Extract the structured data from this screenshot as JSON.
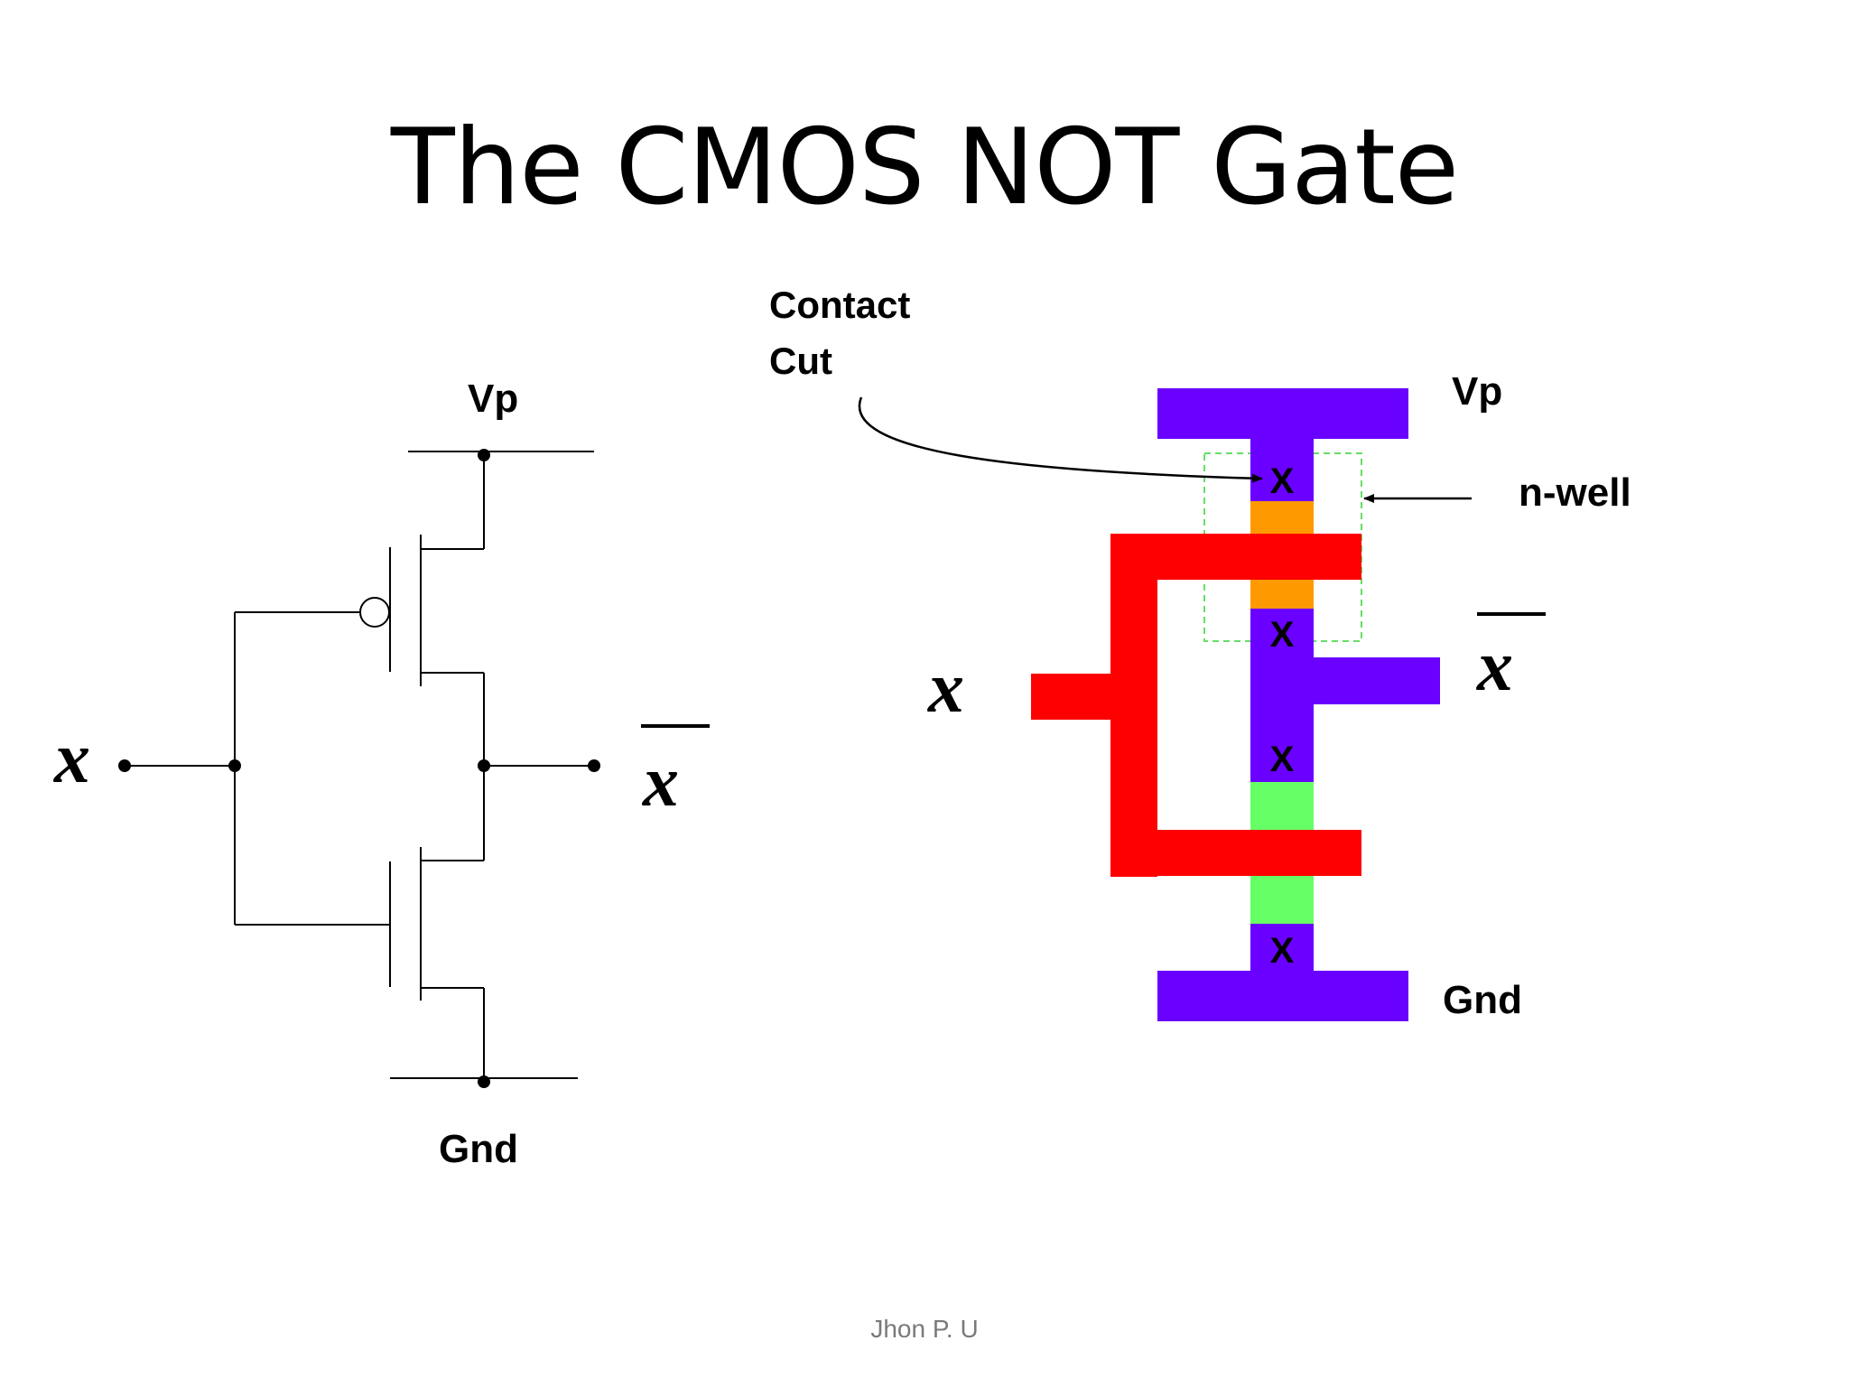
{
  "slide": {
    "title": "The CMOS NOT Gate",
    "footer": "Jhon P. U"
  },
  "schematic": {
    "vp_label": "Vp",
    "gnd_label": "Gnd",
    "input_label": "x",
    "output_label": "x"
  },
  "layout_view": {
    "vp_label": "Vp",
    "gnd_label": "Gnd",
    "nwell_label": "n-well",
    "contact_cut_line1": "Contact",
    "contact_cut_line2": "Cut",
    "input_label": "x",
    "output_label": "x",
    "contact_mark": "X"
  },
  "colors": {
    "metal": "#6a00ff",
    "poly": "#ff0000",
    "p_diffusion": "#ff9900",
    "n_diffusion": "#66ff66",
    "nwell_outline": "#66dd66"
  }
}
